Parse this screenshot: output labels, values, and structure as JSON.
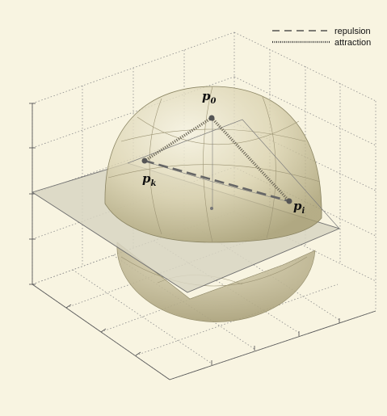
{
  "colors": {
    "background": "#f8f4e1",
    "sphere_fill": "#d4ccaa",
    "plane_fill": "#d7d4c0",
    "grid_line": "#8a8a8a",
    "edge_line": "#666666"
  },
  "legend": {
    "repulsion_label": "repulsion",
    "attraction_label": "attraction",
    "repulsion_style": "dashed",
    "attraction_style": "dotted"
  },
  "points": {
    "p0": {
      "base": "p",
      "sub": "0"
    },
    "pk": {
      "base": "p",
      "sub": "k"
    },
    "pi": {
      "base": "p",
      "sub": "i"
    }
  }
}
